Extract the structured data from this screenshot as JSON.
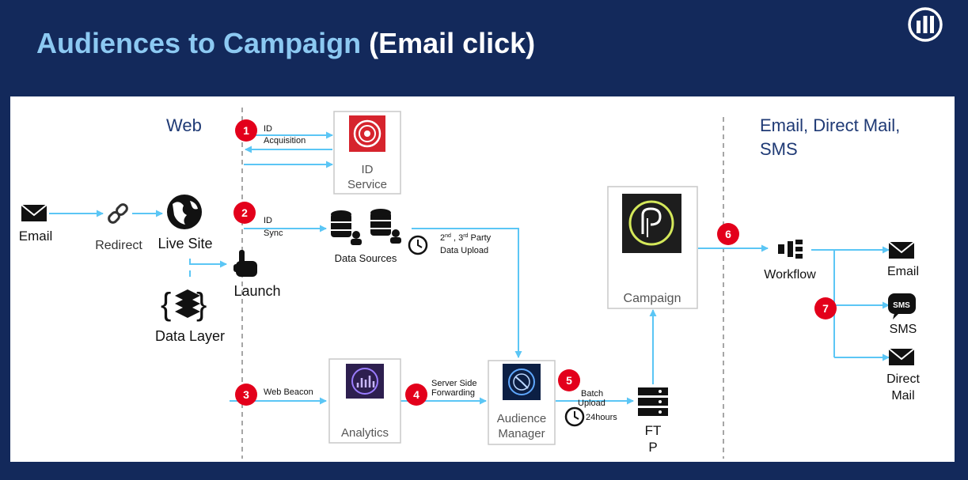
{
  "title": {
    "part1": "Audiences to Campaign",
    "part2": "(Email click)"
  },
  "colors": {
    "background": "#13295b",
    "title_accent": "#8cc9f2",
    "arrow": "#5bc6f5",
    "step_badge": "#e3001b",
    "section_heading": "#1f3a75"
  },
  "sections": {
    "web": "Web",
    "channels_line1": "Email, Direct Mail,",
    "channels_line2": "SMS"
  },
  "nodes": {
    "email_source": "Email",
    "redirect": "Redirect",
    "live_site": "Live Site",
    "launch": "Launch",
    "data_layer": "Data Layer",
    "id_service_line1": "ID",
    "id_service_line2": "Service",
    "data_sources": "Data Sources",
    "analytics": "Analytics",
    "audience_manager_line1": "Audience",
    "audience_manager_line2": "Manager",
    "campaign": "Campaign",
    "ftp_line1": "FT",
    "ftp_line2": "P",
    "workflow": "Workflow",
    "out_email": "Email",
    "out_sms": "SMS",
    "out_direct_mail_line1": "Direct",
    "out_direct_mail_line2": "Mail"
  },
  "steps": [
    "1",
    "2",
    "3",
    "4",
    "5",
    "6",
    "7"
  ],
  "edge_labels": {
    "id_acquisition_line1": "ID",
    "id_acquisition_line2": "Acquisition",
    "id_sync_line1": "ID",
    "id_sync_line2": "Sync",
    "party_upload_line1_a": "2",
    "party_upload_line1_b": "nd",
    "party_upload_line1_c": " , 3",
    "party_upload_line1_d": "rd",
    "party_upload_line1_e": " Party",
    "party_upload_line2": "Data Upload",
    "web_beacon": "Web Beacon",
    "server_side_line1": "Server Side",
    "server_side_line2": "Forwarding",
    "batch_upload_line1": "Batch",
    "batch_upload_line2": "Upload",
    "schedule": "24hours"
  },
  "icons": [
    "allianz-logo-icon",
    "envelope-icon",
    "link-icon",
    "globe-icon",
    "hand-pointer-icon",
    "layers-braces-icon",
    "id-service-icon",
    "database-user-icon",
    "clock-icon",
    "analytics-icon",
    "audience-manager-icon",
    "campaign-icon",
    "server-rack-icon",
    "workflow-icon",
    "sms-bubble-icon"
  ]
}
